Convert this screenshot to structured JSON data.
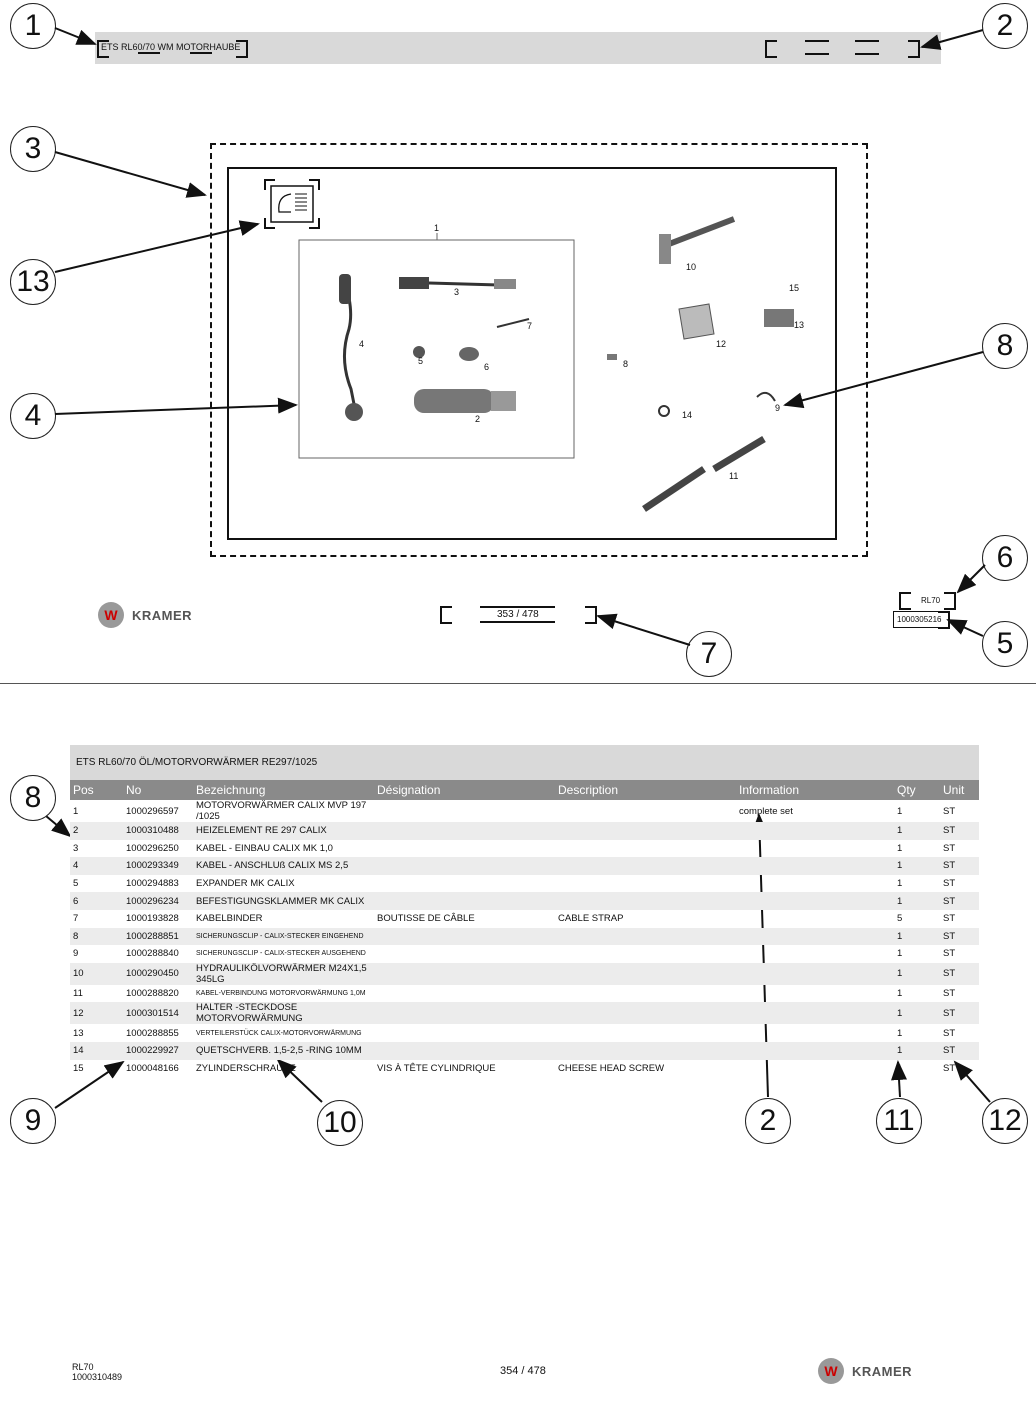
{
  "top_page": {
    "header_title": "ETS RL60/70 WM MOTORHAUBE",
    "page_counter": "353 / 478",
    "model": "RL70",
    "doc_number": "1000305216",
    "brand": "KRAMER",
    "diagram_labels": [
      "1",
      "2",
      "3",
      "4",
      "5",
      "6",
      "7",
      "8",
      "9",
      "10",
      "11",
      "12",
      "13",
      "14",
      "15"
    ]
  },
  "callouts_top": [
    "1",
    "2",
    "3",
    "13",
    "4",
    "8",
    "6",
    "5",
    "7"
  ],
  "bottom_page": {
    "table_title": "ETS RL60/70 ÖL/MOTORVORWÄRMER RE297/1025",
    "columns": [
      "Pos",
      "No",
      "Bezeichnung",
      "Désignation",
      "Description",
      "Information",
      "Qty",
      "Unit"
    ],
    "rows": [
      [
        "1",
        "1000296597",
        "MOTORVORWÄRMER CALIX MVP 197 /1025",
        "",
        "",
        "complete set",
        "1",
        "ST"
      ],
      [
        "2",
        "1000310488",
        "HEIZELEMENT RE 297 CALIX",
        "",
        "",
        "",
        "1",
        "ST"
      ],
      [
        "3",
        "1000296250",
        "KABEL - EINBAU CALIX MK 1,0",
        "",
        "",
        "",
        "1",
        "ST"
      ],
      [
        "4",
        "1000293349",
        "KABEL - ANSCHLUß CALIX MS 2,5",
        "",
        "",
        "",
        "1",
        "ST"
      ],
      [
        "5",
        "1000294883",
        "EXPANDER MK CALIX",
        "",
        "",
        "",
        "1",
        "ST"
      ],
      [
        "6",
        "1000296234",
        "BEFESTIGUNGSKLAMMER MK CALIX",
        "",
        "",
        "",
        "1",
        "ST"
      ],
      [
        "7",
        "1000193828",
        "KABELBINDER",
        "BOUTISSE DE CÂBLE",
        "CABLE STRAP",
        "",
        "5",
        "ST"
      ],
      [
        "8",
        "1000288851",
        "SICHERUNGSCLIP - CALIX-STECKER EINGEHEND",
        "",
        "",
        "",
        "1",
        "ST"
      ],
      [
        "9",
        "1000288840",
        "SICHERUNGSCLIP - CALIX-STECKER AUSGEHEND",
        "",
        "",
        "",
        "1",
        "ST"
      ],
      [
        "10",
        "1000290450",
        "HYDRAULIKÖLVORWÄRMER M24X1,5 345LG",
        "",
        "",
        "",
        "1",
        "ST"
      ],
      [
        "11",
        "1000288820",
        "KABEL-VERBINDUNG MOTORVORWÄRMUNG 1,0M",
        "",
        "",
        "",
        "1",
        "ST"
      ],
      [
        "12",
        "1000301514",
        "HALTER -STECKDOSE MOTORVORWÄRMUNG",
        "",
        "",
        "",
        "1",
        "ST"
      ],
      [
        "13",
        "1000288855",
        "VERTEILERSTÜCK CALIX-MOTORVORWÄRMUNG",
        "",
        "",
        "",
        "1",
        "ST"
      ],
      [
        "14",
        "1000229927",
        "QUETSCHVERB. 1,5-2,5 -RING 10MM",
        "",
        "",
        "",
        "1",
        "ST"
      ],
      [
        "15",
        "1000048166",
        "ZYLINDERSCHRAUBE",
        "VIS À TÊTE CYLINDRIQUE",
        "CHEESE HEAD SCREW",
        "",
        "1",
        "ST"
      ]
    ],
    "footer_model": "RL70",
    "footer_doc": "1000310489",
    "page_counter": "354 / 478",
    "brand": "KRAMER"
  },
  "callouts_bottom": [
    "8",
    "9",
    "10",
    "2",
    "11",
    "12"
  ],
  "colors": {
    "header_bg": "#d9d9d9",
    "table_head": "#8a8a8a",
    "row_alt": "#ececec"
  }
}
